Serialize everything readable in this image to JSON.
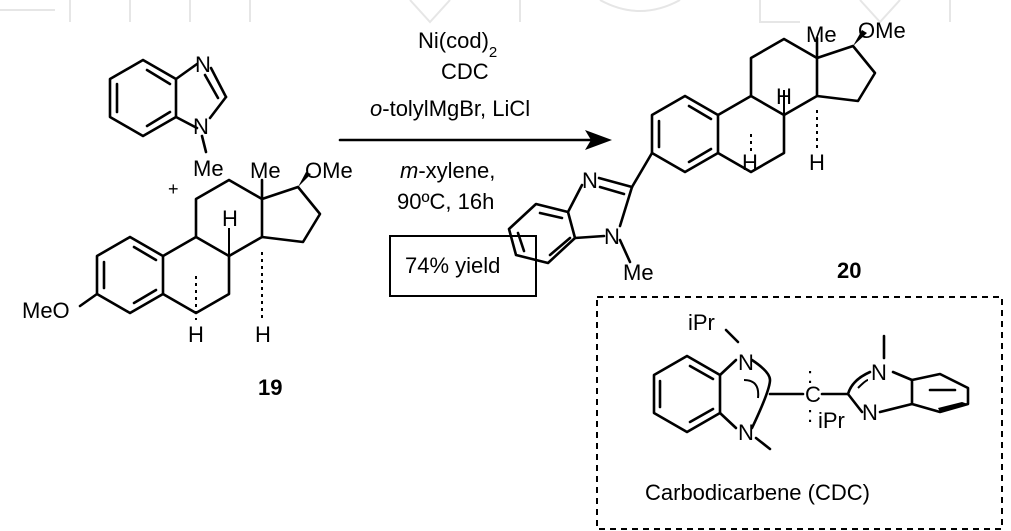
{
  "reaction": {
    "reagents": {
      "line1_main": "Ni(cod)",
      "line1_sub": "2",
      "line2": "CDC",
      "line3_italic": "o",
      "line3_rest": "-tolylMgBr, LiCl"
    },
    "conditions": {
      "line1_italic": "m",
      "line1_rest": "-xylene,",
      "line2": "90ºC, 16h"
    },
    "yield_label": "74% yield",
    "plus_sign": "+"
  },
  "reactant1": {
    "N_label": "N",
    "N_label_2": "N",
    "methyl": "Me"
  },
  "reactant2": {
    "compound_number": "19",
    "methyl": "Me",
    "methoxy_top": "OMe",
    "methoxy_ring": "MeO",
    "H_label": "H"
  },
  "product": {
    "compound_number": "20",
    "methyl": "Me",
    "methoxy": "OMe",
    "N_label": "N",
    "N_methyl": "Me",
    "H_label": "H"
  },
  "catalyst_box": {
    "caption": "Carbodicarbene (CDC)",
    "ipr": "iPr",
    "N_label": "N",
    "C_label": "C",
    "lone_pairs": ":"
  },
  "colors": {
    "ink": "#000000",
    "background": "#ffffff",
    "watermark": "#e6e6e6"
  }
}
